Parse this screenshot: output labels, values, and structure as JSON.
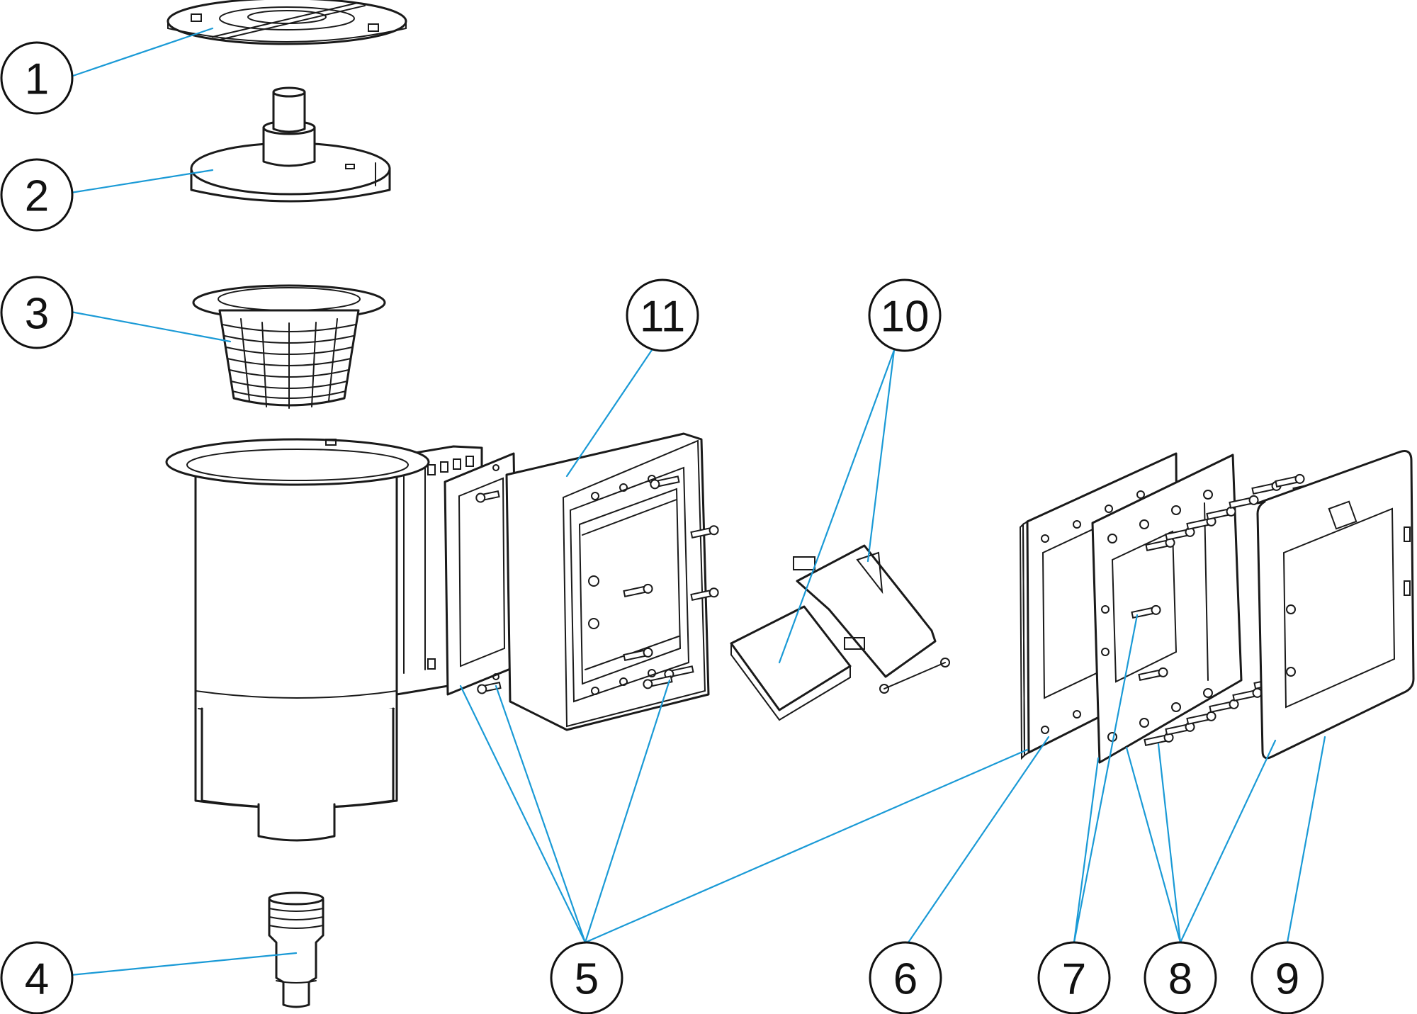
{
  "diagram": {
    "type": "exploded-parts-view",
    "leader_color": "#1a9ad6",
    "callouts": [
      {
        "id": "c1",
        "label": "1"
      },
      {
        "id": "c2",
        "label": "2"
      },
      {
        "id": "c3",
        "label": "3"
      },
      {
        "id": "c4",
        "label": "4"
      },
      {
        "id": "c5",
        "label": "5"
      },
      {
        "id": "c6",
        "label": "6"
      },
      {
        "id": "c7",
        "label": "7"
      },
      {
        "id": "c8",
        "label": "8"
      },
      {
        "id": "c9",
        "label": "9"
      },
      {
        "id": "c10",
        "label": "10"
      },
      {
        "id": "c11",
        "label": "11"
      }
    ]
  }
}
